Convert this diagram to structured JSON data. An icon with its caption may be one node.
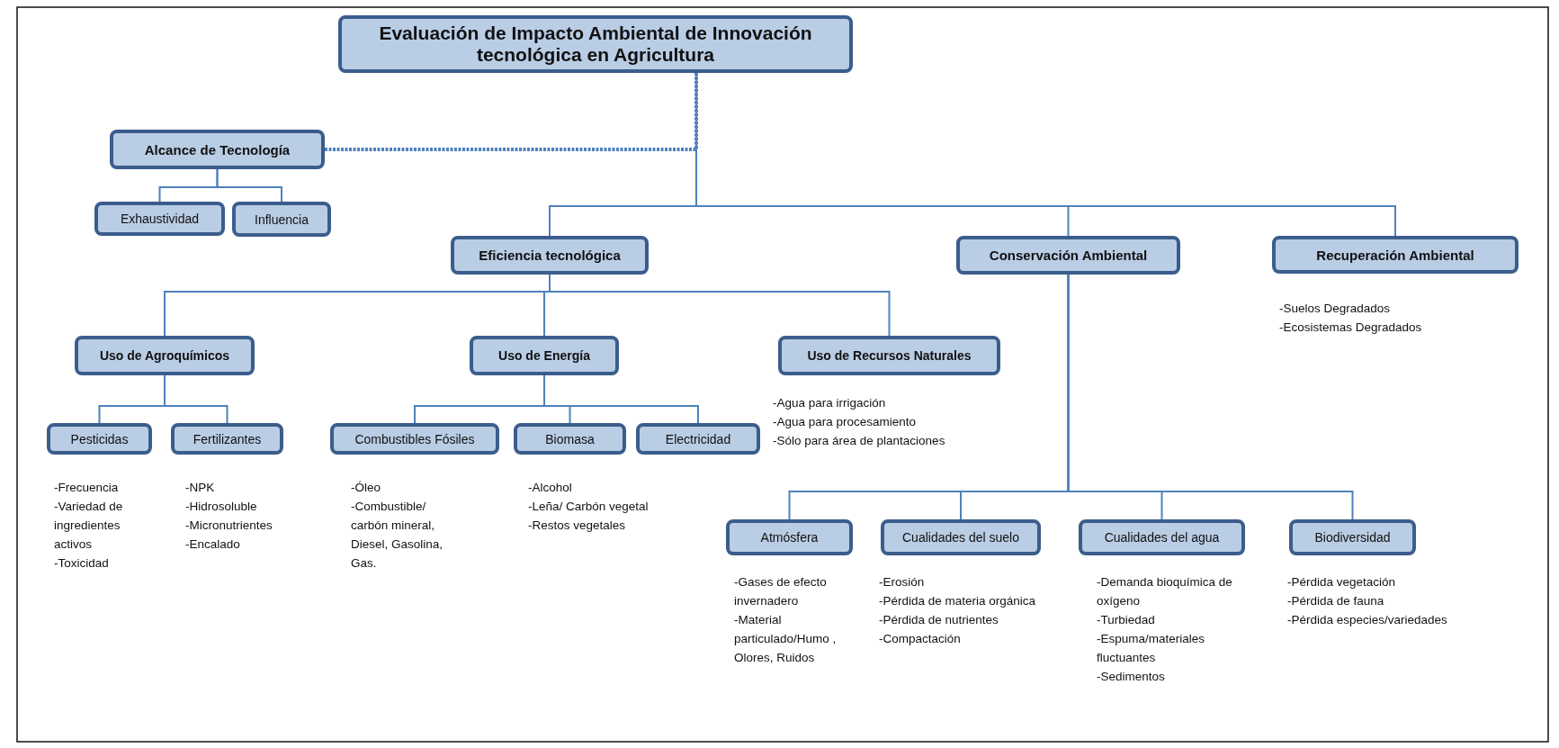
{
  "diagram": {
    "nodes": [
      {
        "text": [
          "Evaluación de Impacto Ambiental de Innovación tecnológica en Agricultura"
        ]
      },
      {
        "text": [
          "Alcance de Tecnología"
        ]
      },
      {
        "text": [
          "Exhaustividad"
        ]
      },
      {
        "text": [
          "Influencia"
        ]
      },
      {
        "text": [
          "Eficiencia tecnológica"
        ]
      },
      {
        "text": [
          "Conservación Ambiental"
        ]
      },
      {
        "text": [
          "Recuperación Ambiental"
        ],
        "beside": [
          "-Suelos Degradados",
          "-Ecosistemas Degradados"
        ]
      },
      {
        "text": [
          "Uso de Agroquímicos"
        ]
      },
      {
        "text": [
          "Uso de Energía"
        ]
      },
      {
        "text": [
          "Uso de Recursos Naturales"
        ],
        "beside": [
          "-Agua para irrigación",
          "-Agua para procesamiento",
          "-Sólo para área de plantaciones"
        ]
      },
      {
        "text": [
          "Pesticidas"
        ],
        "beside": [
          "-Frecuencia",
          "-Variedad de ingredientes activos",
          "-Toxicidad"
        ]
      },
      {
        "text": [
          "Fertilizantes"
        ],
        "beside": [
          "-NPK",
          "-Hidrosoluble",
          "-Micronutrientes",
          "-Encalado"
        ]
      },
      {
        "text": [
          "Combustibles Fósiles"
        ],
        "beside": [
          "-Óleo",
          "-Combustible/ carbón mineral, Diesel, Gasolina, Gas."
        ]
      },
      {
        "text": [
          "Biomasa"
        ],
        "beside": [
          "-Alcohol",
          "-Leña/ Carbón vegetal",
          "-Restos vegetales"
        ]
      },
      {
        "text": [
          "Electricidad"
        ]
      },
      {
        "text": [
          "Atmósfera"
        ],
        "beside": [
          "-Gases de efecto invernadero",
          "-Material particulado/Humo , Olores, Ruidos"
        ]
      },
      {
        "text": [
          "Cualidades del suelo"
        ],
        "beside": [
          "-Erosión",
          "-Pérdida de materia orgánica",
          "-Pérdida de nutrientes",
          "-Compactación"
        ]
      },
      {
        "text": [
          "Cualidades del agua"
        ],
        "beside": [
          "-Demanda bioquímica de oxígeno",
          "-Turbiedad",
          "-Espuma/materiales fluctuantes",
          "-Sedimentos"
        ]
      },
      {
        "text": [
          "Biodiversidad"
        ],
        "beside": [
          "-Pérdida vegetación",
          "-Pérdida de fauna",
          "-Pérdida especies/variedades"
        ]
      }
    ],
    "edges": [
      {
        "from": 0,
        "to": 1,
        "arrow": "none",
        "style": "dashed"
      },
      {
        "from": 0,
        "to": 4,
        "arrow": "none"
      },
      {
        "from": 0,
        "to": 5,
        "arrow": "none"
      },
      {
        "from": 0,
        "to": 6,
        "arrow": "none"
      },
      {
        "from": 1,
        "to": 2,
        "arrow": "none"
      },
      {
        "from": 1,
        "to": 3,
        "arrow": "none"
      },
      {
        "from": 4,
        "to": 7,
        "arrow": "none"
      },
      {
        "from": 4,
        "to": 8,
        "arrow": "none"
      },
      {
        "from": 4,
        "to": 9,
        "arrow": "none"
      },
      {
        "from": 7,
        "to": 10,
        "arrow": "none"
      },
      {
        "from": 7,
        "to": 11,
        "arrow": "none"
      },
      {
        "from": 8,
        "to": 12,
        "arrow": "none"
      },
      {
        "from": 8,
        "to": 13,
        "arrow": "none"
      },
      {
        "from": 8,
        "to": 14,
        "arrow": "none"
      },
      {
        "from": 5,
        "to": 15,
        "arrow": "none"
      },
      {
        "from": 5,
        "to": 16,
        "arrow": "none"
      },
      {
        "from": 5,
        "to": 17,
        "arrow": "none"
      },
      {
        "from": 5,
        "to": 18,
        "arrow": "none"
      }
    ]
  }
}
